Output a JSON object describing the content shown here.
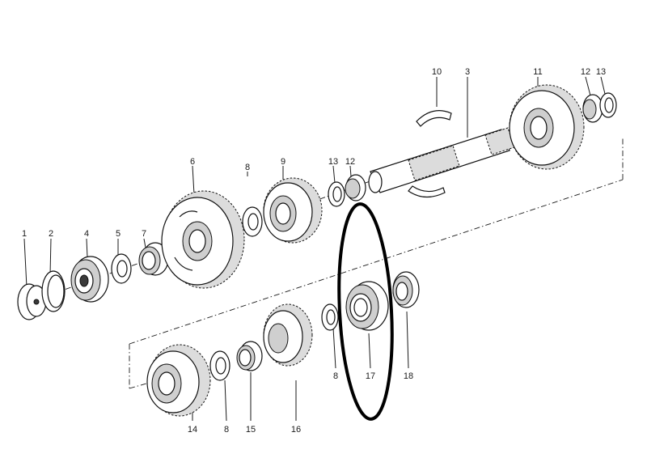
{
  "callouts": {
    "c1": "1",
    "c2": "2",
    "c3": "3",
    "c4": "4",
    "c5": "5",
    "c6": "6",
    "c7": "7",
    "c8a": "8",
    "c8b": "8",
    "c8c": "8",
    "c9": "9",
    "c10": "10",
    "c11": "11",
    "c12a": "12",
    "c12b": "12",
    "c13a": "13",
    "c13b": "13",
    "c14": "14",
    "c15": "15",
    "c16": "16",
    "c17": "17",
    "c18": "18"
  },
  "highlighted_part": "17",
  "colors": {
    "line": "#1a1a1a",
    "highlight": "#000000",
    "background": "#ffffff"
  }
}
